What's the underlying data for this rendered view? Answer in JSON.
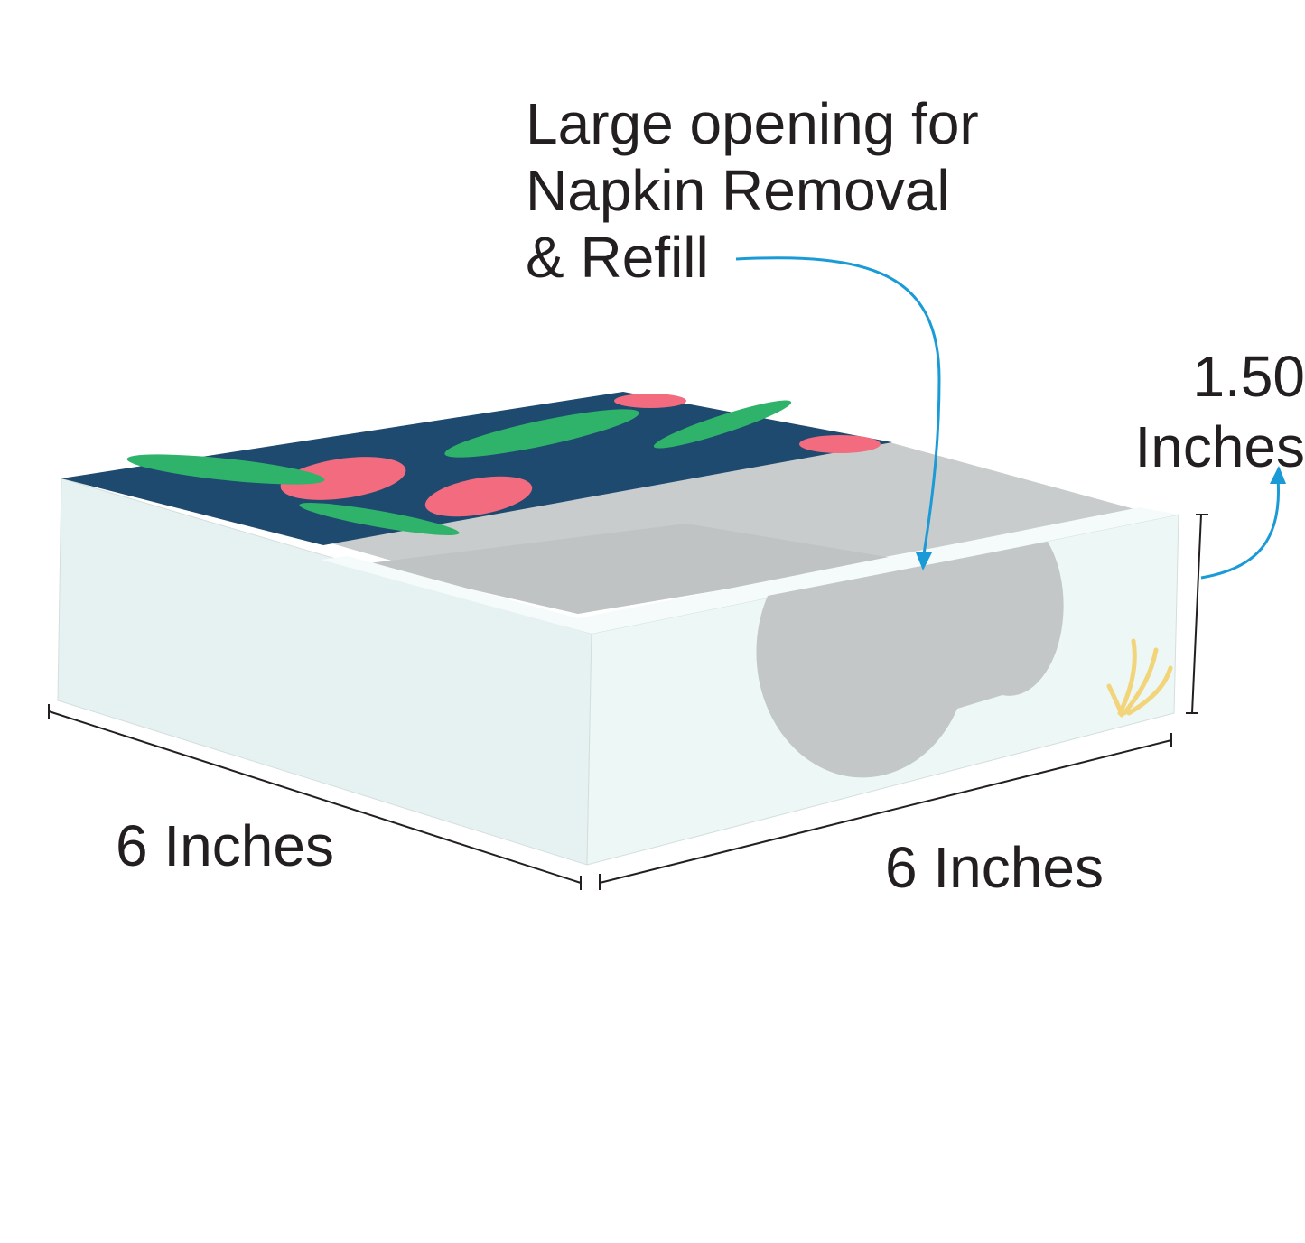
{
  "callout": {
    "lines": [
      "Large opening for",
      "Napkin Removal",
      "& Refill"
    ]
  },
  "dimensions": {
    "height_value": "1.50",
    "height_unit": "Inches",
    "depth": "6 Inches",
    "width": "6 Inches"
  },
  "colors": {
    "arrow": "#1a9ad6",
    "box": "#e9f4f3",
    "inner": "#c8cbcb",
    "lid_bg": "#1d4a6e",
    "leaf_green": "#2fb36a",
    "leaf_pink": "#f26b7f",
    "logo": "#f2d57a",
    "text": "#231f20"
  }
}
